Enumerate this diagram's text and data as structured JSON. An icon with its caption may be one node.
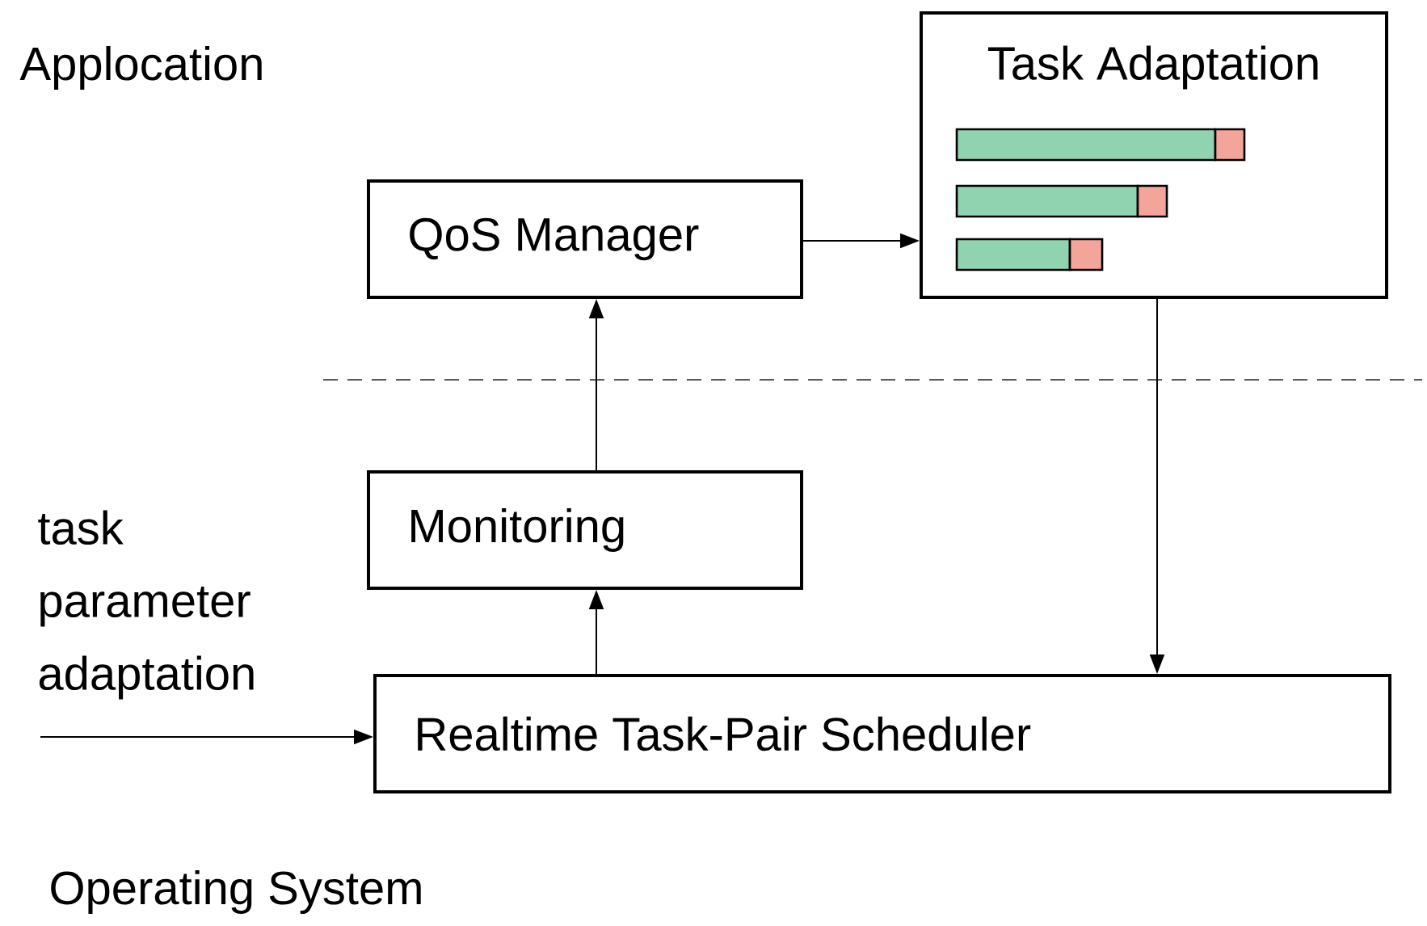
{
  "diagram": {
    "nodes": [
      {
        "text": [
          "QoS Manager"
        ]
      },
      {
        "text": [
          "Task Adaptation"
        ]
      },
      {
        "text": [
          "Monitoring"
        ]
      },
      {
        "text": [
          "Realtime Task-Pair Scheduler"
        ]
      }
    ],
    "edges": [
      {
        "from": 0,
        "to": 1,
        "arrow": "to"
      },
      {
        "from": 2,
        "to": 0,
        "arrow": "to"
      },
      {
        "from": 3,
        "to": 2,
        "arrow": "to"
      },
      {
        "from": 1,
        "to": 3,
        "arrow": "to"
      },
      {
        "from": null,
        "to": 3,
        "arrow": "to",
        "label": "task parameter adaptation"
      }
    ],
    "labels": [
      "Applocation",
      "Operating System"
    ]
  }
}
